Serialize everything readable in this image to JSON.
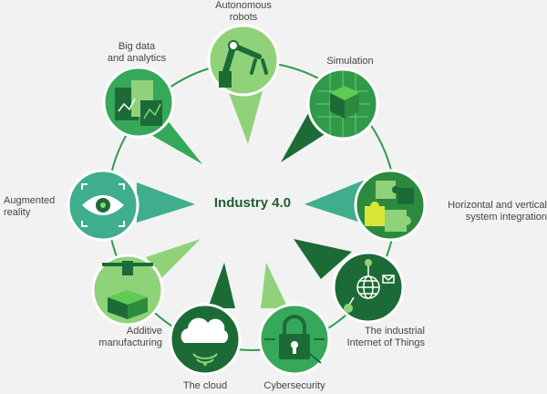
{
  "title": "Industry 4.0",
  "colors": {
    "background": "#f2f2f2",
    "ring": "#2f9a4a",
    "dark_green": "#1c6b36",
    "mid_green": "#36a85a",
    "light_green": "#8fd27a",
    "teal": "#3fae8c",
    "title": "#1f5f2f"
  },
  "nodes": [
    {
      "id": "autonomous-robots",
      "icon": "robot-arm-icon",
      "lines": [
        "Autonomous",
        "robots"
      ]
    },
    {
      "id": "simulation",
      "icon": "cube-grid-icon",
      "lines": [
        "Simulation"
      ]
    },
    {
      "id": "system-integration",
      "icon": "puzzle-icon",
      "lines": [
        "Horizontal and vertical",
        "system integration"
      ]
    },
    {
      "id": "industrial-iot",
      "icon": "globe-network-icon",
      "lines": [
        "The industrial",
        "Internet of Things"
      ]
    },
    {
      "id": "cybersecurity",
      "icon": "padlock-icon",
      "lines": [
        "Cybersecurity"
      ]
    },
    {
      "id": "the-cloud",
      "icon": "cloud-icon",
      "lines": [
        "The cloud"
      ]
    },
    {
      "id": "additive-manufacturing",
      "icon": "3d-printer-icon",
      "lines": [
        "Additive",
        "manufacturing"
      ]
    },
    {
      "id": "augmented-reality",
      "icon": "eye-icon",
      "lines": [
        "Augmented",
        "reality"
      ]
    },
    {
      "id": "big-data",
      "icon": "data-documents-icon",
      "lines": [
        "Big data",
        "and analytics"
      ]
    }
  ]
}
